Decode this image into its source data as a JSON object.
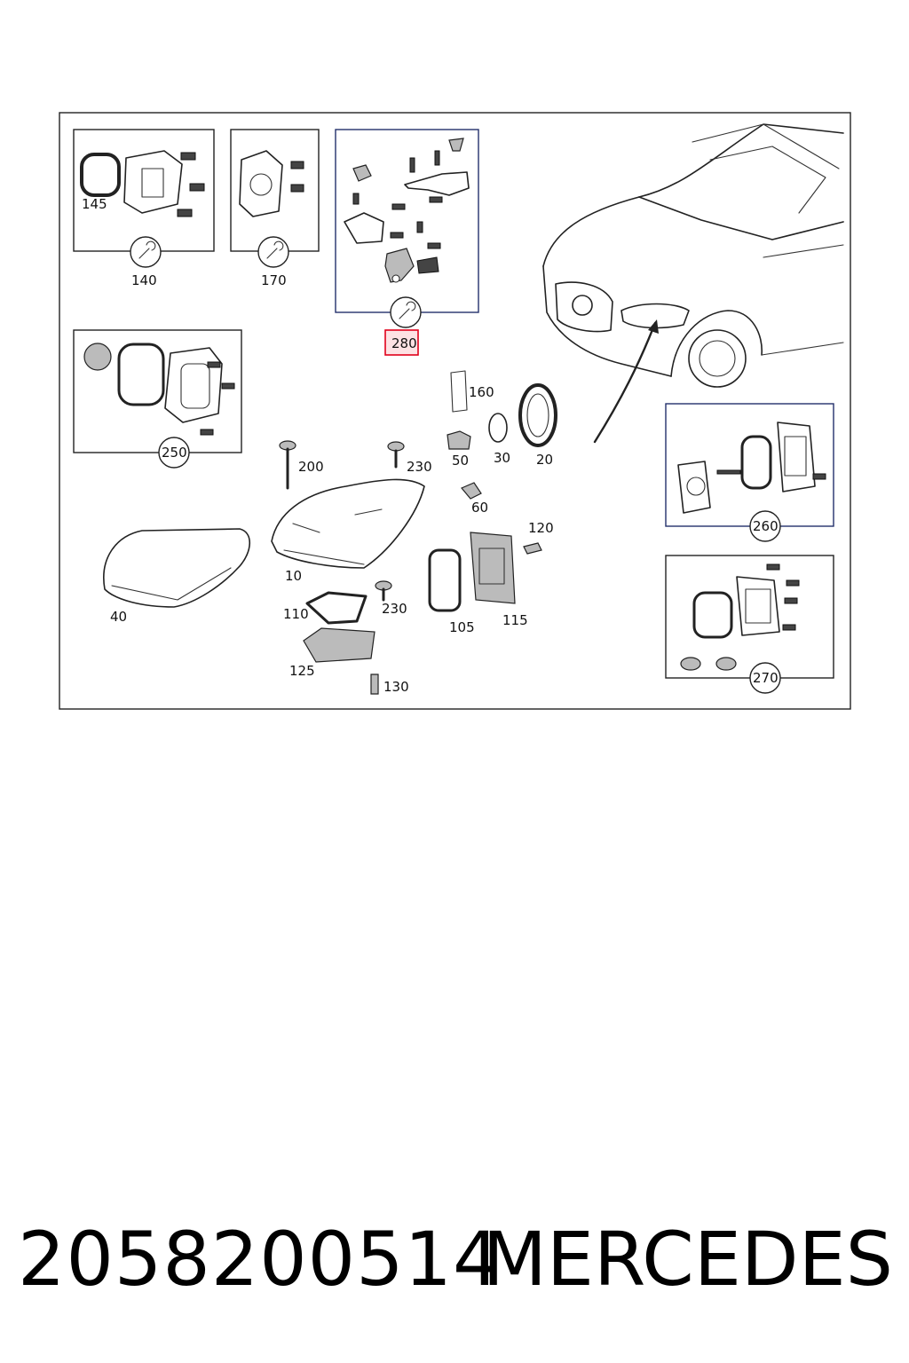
{
  "callouts": {
    "c145": "145",
    "c140": "140",
    "c170": "170",
    "c280": "280",
    "c250": "250",
    "c160": "160",
    "c50": "50",
    "c30": "30",
    "c20": "20",
    "c200": "200",
    "c230a": "230",
    "c60": "60",
    "c120": "120",
    "c10": "10",
    "c40": "40",
    "c110": "110",
    "c230b": "230",
    "c105": "105",
    "c115": "115",
    "c125": "125",
    "c130": "130",
    "c260": "260",
    "c270": "270"
  },
  "footer": {
    "part_number": "2058200514",
    "brand": "MERCEDES"
  },
  "colors": {
    "highlight": "#e0001b",
    "highlight_fill": "#fde2e4",
    "frame_blue": "#23306b"
  }
}
